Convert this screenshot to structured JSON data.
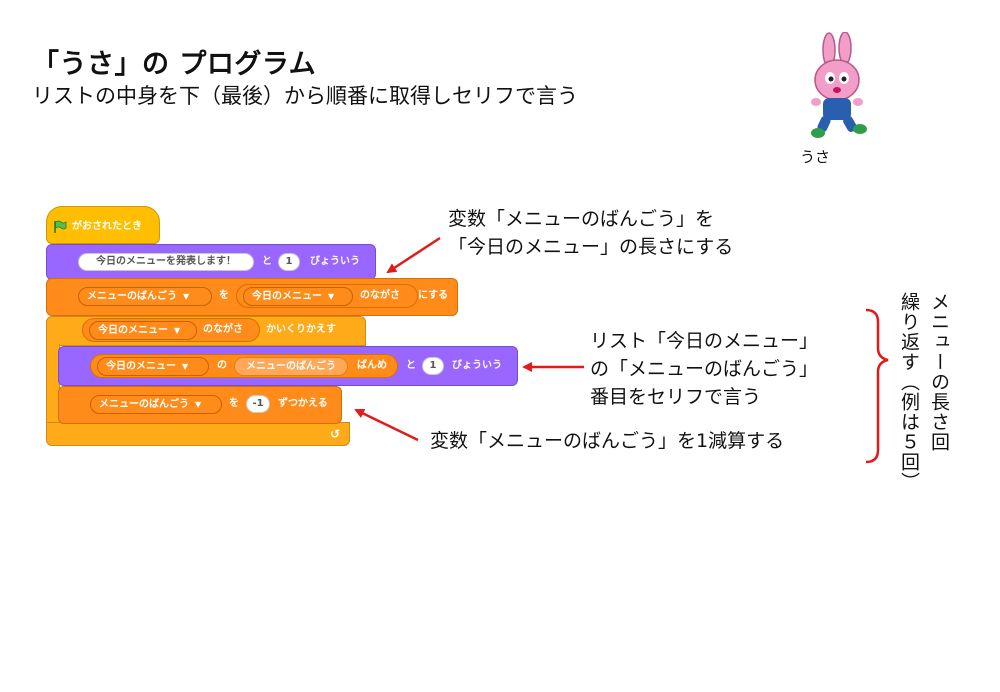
{
  "header": {
    "title": "「うさ」の プログラム",
    "subtitle": "リストの中身を下（最後）から順番に取得しセリフで言う"
  },
  "character": {
    "label": "うさ"
  },
  "blocks": {
    "hat": "がおされたとき",
    "say": {
      "message": "今日のメニューを発表します！",
      "and": "と",
      "secs": "1",
      "for": "びょういう"
    },
    "set": {
      "variable": "メニューのばんごう",
      "to": "を",
      "list": "今日のメニュー",
      "length_of": "のながさ",
      "suffix": "にする"
    },
    "repeat": {
      "list": "今日のメニュー",
      "length_of": "のながさ",
      "suffix": "かいくりかえす"
    },
    "say_item": {
      "list": "今日のメニュー",
      "of": "の",
      "index": "メニューのばんごう",
      "item": "ばんめ",
      "and": "と",
      "secs": "1",
      "for": "びょういう"
    },
    "change": {
      "variable": "メニューのばんごう",
      "by": "を",
      "value": "-1",
      "suffix": "ずつかえる"
    },
    "loop_arrow": "↺"
  },
  "annotations": {
    "set_line1": "変数「メニューのばんごう」を",
    "set_line2": "「今日のメニュー」の長さにする",
    "say_line1": "リスト「今日のメニュー」",
    "say_line2": "の「メニューのばんごう」",
    "say_line3": "番目をセリフで言う",
    "change_line": "変数「メニューのばんごう」を1減算する",
    "repeat_col1": "メニューの長さ回",
    "repeat_col2": "繰り返す（例は５回）"
  },
  "colors": {
    "events": "#ffbf00",
    "looks": "#9966ff",
    "variables": "#ff8c1a",
    "control": "#ffab19",
    "annotation_arrow": "#e31a1a",
    "mascot_pink": "#f29ec8",
    "mascot_overalls": "#2a5fb0"
  },
  "icons": {
    "flag": "green-flag-icon",
    "dropdown": "dropdown-caret-icon"
  }
}
